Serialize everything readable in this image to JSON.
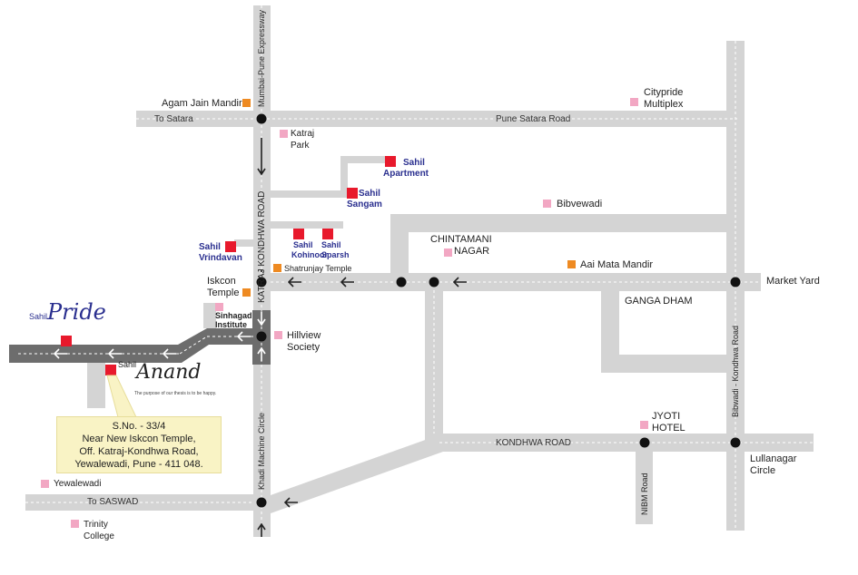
{
  "roads": {
    "mumbai_pune_expressway": "Mumbai-Pune Expressway",
    "to_satara": "To Satara",
    "pune_satara_road": "Pune Satara Road",
    "katraj_kondhwa_road": "KATRAJ KONDHWA ROAD",
    "khadi_machine_circle": "Khadi Machine Circle",
    "kondhwa_road": "KONDHWA ROAD",
    "to_saswad": "To SASWAD",
    "nibm_road": "NIBM Road",
    "bibwadi_kondhwa_road": "Bibwadi - Kondhwa Road"
  },
  "landmarks": {
    "agam_jain_mandir": "Agam Jain Mandir",
    "citypride_1": "Citypride",
    "citypride_2": "Multiplex",
    "katraj_park_1": "Katraj",
    "katraj_park_2": "Park",
    "bibvewadi": "Bibvewadi",
    "chintamani_1": "CHINTAMANI",
    "chintamani_2": "NAGAR",
    "aai_mata_mandir": "Aai Mata Mandir",
    "market_yard": "Market Yard",
    "ganga_dham": "GANGA DHAM",
    "iskcon_1": "Iskcon",
    "iskcon_2": "Temple",
    "shatrunjay_temple": "Shatrunjay Temple",
    "sinhagad_1": "Sinhagad",
    "sinhagad_2": "Institute",
    "hillview_1": "Hillview",
    "hillview_2": "Society",
    "jyoti_1": "JYOTI",
    "jyoti_2": "HOTEL",
    "lullanagar_1": "Lullanagar",
    "lullanagar_2": "Circle",
    "yewalewadi": "Yewalewadi",
    "trinity_1": "Trinity",
    "trinity_2": "College"
  },
  "projects": {
    "apartment_1": "Sahil",
    "apartment_2": "Apartment",
    "sangam_1": "Sahil",
    "sangam_2": "Sangam",
    "vrindavan_1": "Sahil",
    "vrindavan_2": "Vrindavan",
    "kohinoor_1": "Sahil",
    "kohinoor_2": "Kohinoor",
    "sparsh_1": "Sahil",
    "sparsh_2": "Sparsh"
  },
  "logos": {
    "pride_small": "Sahil",
    "pride_main": "Pride",
    "anand_small": "Sahil",
    "anand_main": "Anand",
    "anand_tagline": "The purpose of our thesis is to be happy."
  },
  "address": {
    "line1": "S.No. - 33/4",
    "line2": "Near New Iskcon Temple,",
    "line3": "Off. Katraj-Kondhwa Road,",
    "line4": "Yewalewadi, Pune - 411 048."
  },
  "colors": {
    "road": "#d4d4d4",
    "highlight_road": "#6d6d6d",
    "project_marker": "#e8192c",
    "temple_marker": "#ee8a22",
    "landmark_marker": "#f2a7c3",
    "project_text": "#2a2f8f",
    "address_box": "#f9f3c5"
  }
}
